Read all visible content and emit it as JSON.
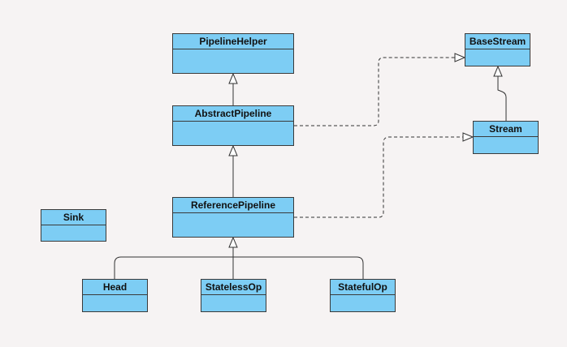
{
  "diagram": {
    "classes": {
      "pipeline_helper": "PipelineHelper",
      "abstract_pipeline": "AbstractPipeline",
      "reference_pipeline": "ReferencePipeline",
      "base_stream": "BaseStream",
      "stream": "Stream",
      "sink": "Sink",
      "head": "Head",
      "stateless_op": "StatelessOp",
      "stateful_op": "StatefulOp"
    },
    "relations": [
      {
        "from": "AbstractPipeline",
        "to": "PipelineHelper",
        "kind": "generalization"
      },
      {
        "from": "ReferencePipeline",
        "to": "AbstractPipeline",
        "kind": "generalization"
      },
      {
        "from": "Stream",
        "to": "BaseStream",
        "kind": "generalization"
      },
      {
        "from": "AbstractPipeline",
        "to": "BaseStream",
        "kind": "realization"
      },
      {
        "from": "ReferencePipeline",
        "to": "Stream",
        "kind": "realization"
      },
      {
        "from": "Head",
        "to": "ReferencePipeline",
        "kind": "generalization"
      },
      {
        "from": "StatelessOp",
        "to": "ReferencePipeline",
        "kind": "generalization"
      },
      {
        "from": "StatefulOp",
        "to": "ReferencePipeline",
        "kind": "generalization"
      }
    ],
    "colors": {
      "class_fill": "#7dcdf4",
      "class_border": "#3a3a3a",
      "line": "#333333",
      "background": "#f6f3f3"
    }
  }
}
